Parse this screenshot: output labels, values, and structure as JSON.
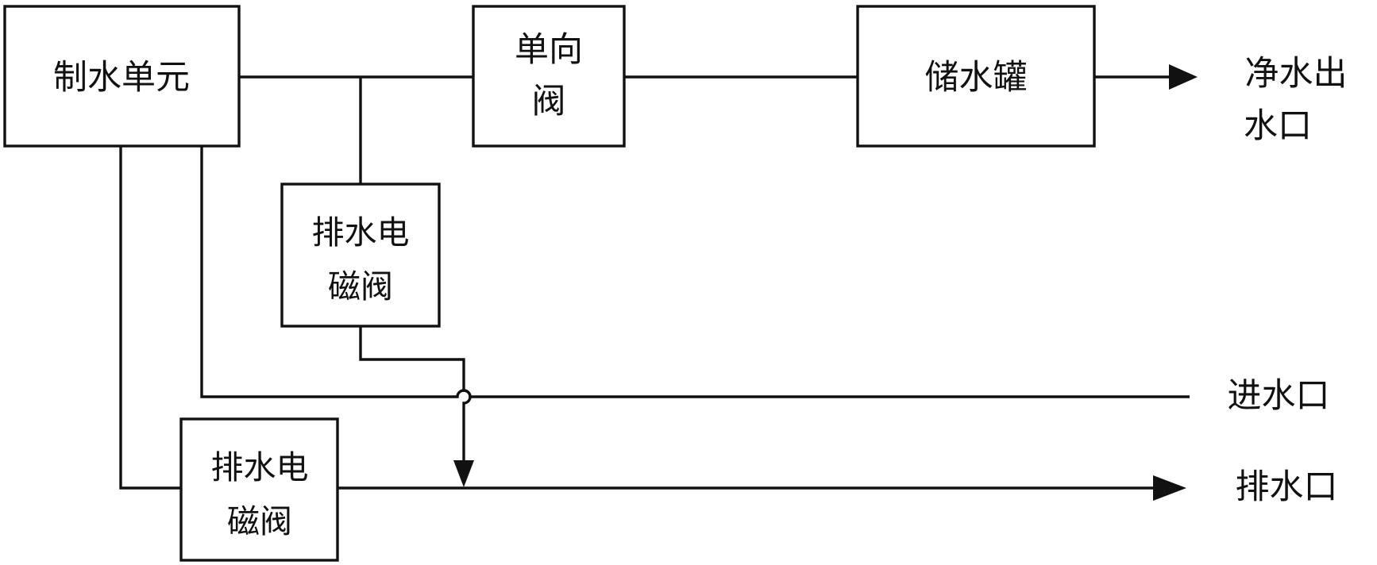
{
  "boxes": {
    "water_production_unit": {
      "lines": [
        "制水单元"
      ]
    },
    "check_valve": {
      "lines": [
        "单向",
        "阀"
      ]
    },
    "storage_tank": {
      "lines": [
        "储水罐"
      ]
    },
    "drain_solenoid_upper": {
      "lines": [
        "排水电",
        "磁阀"
      ]
    },
    "drain_solenoid_lower": {
      "lines": [
        "排水电",
        "磁阀"
      ]
    }
  },
  "terminals": {
    "pure_water_outlet": {
      "lines": [
        "净水出",
        "水口"
      ]
    },
    "water_inlet": {
      "label": "进水口"
    },
    "drain_outlet": {
      "label": "排水口"
    }
  }
}
